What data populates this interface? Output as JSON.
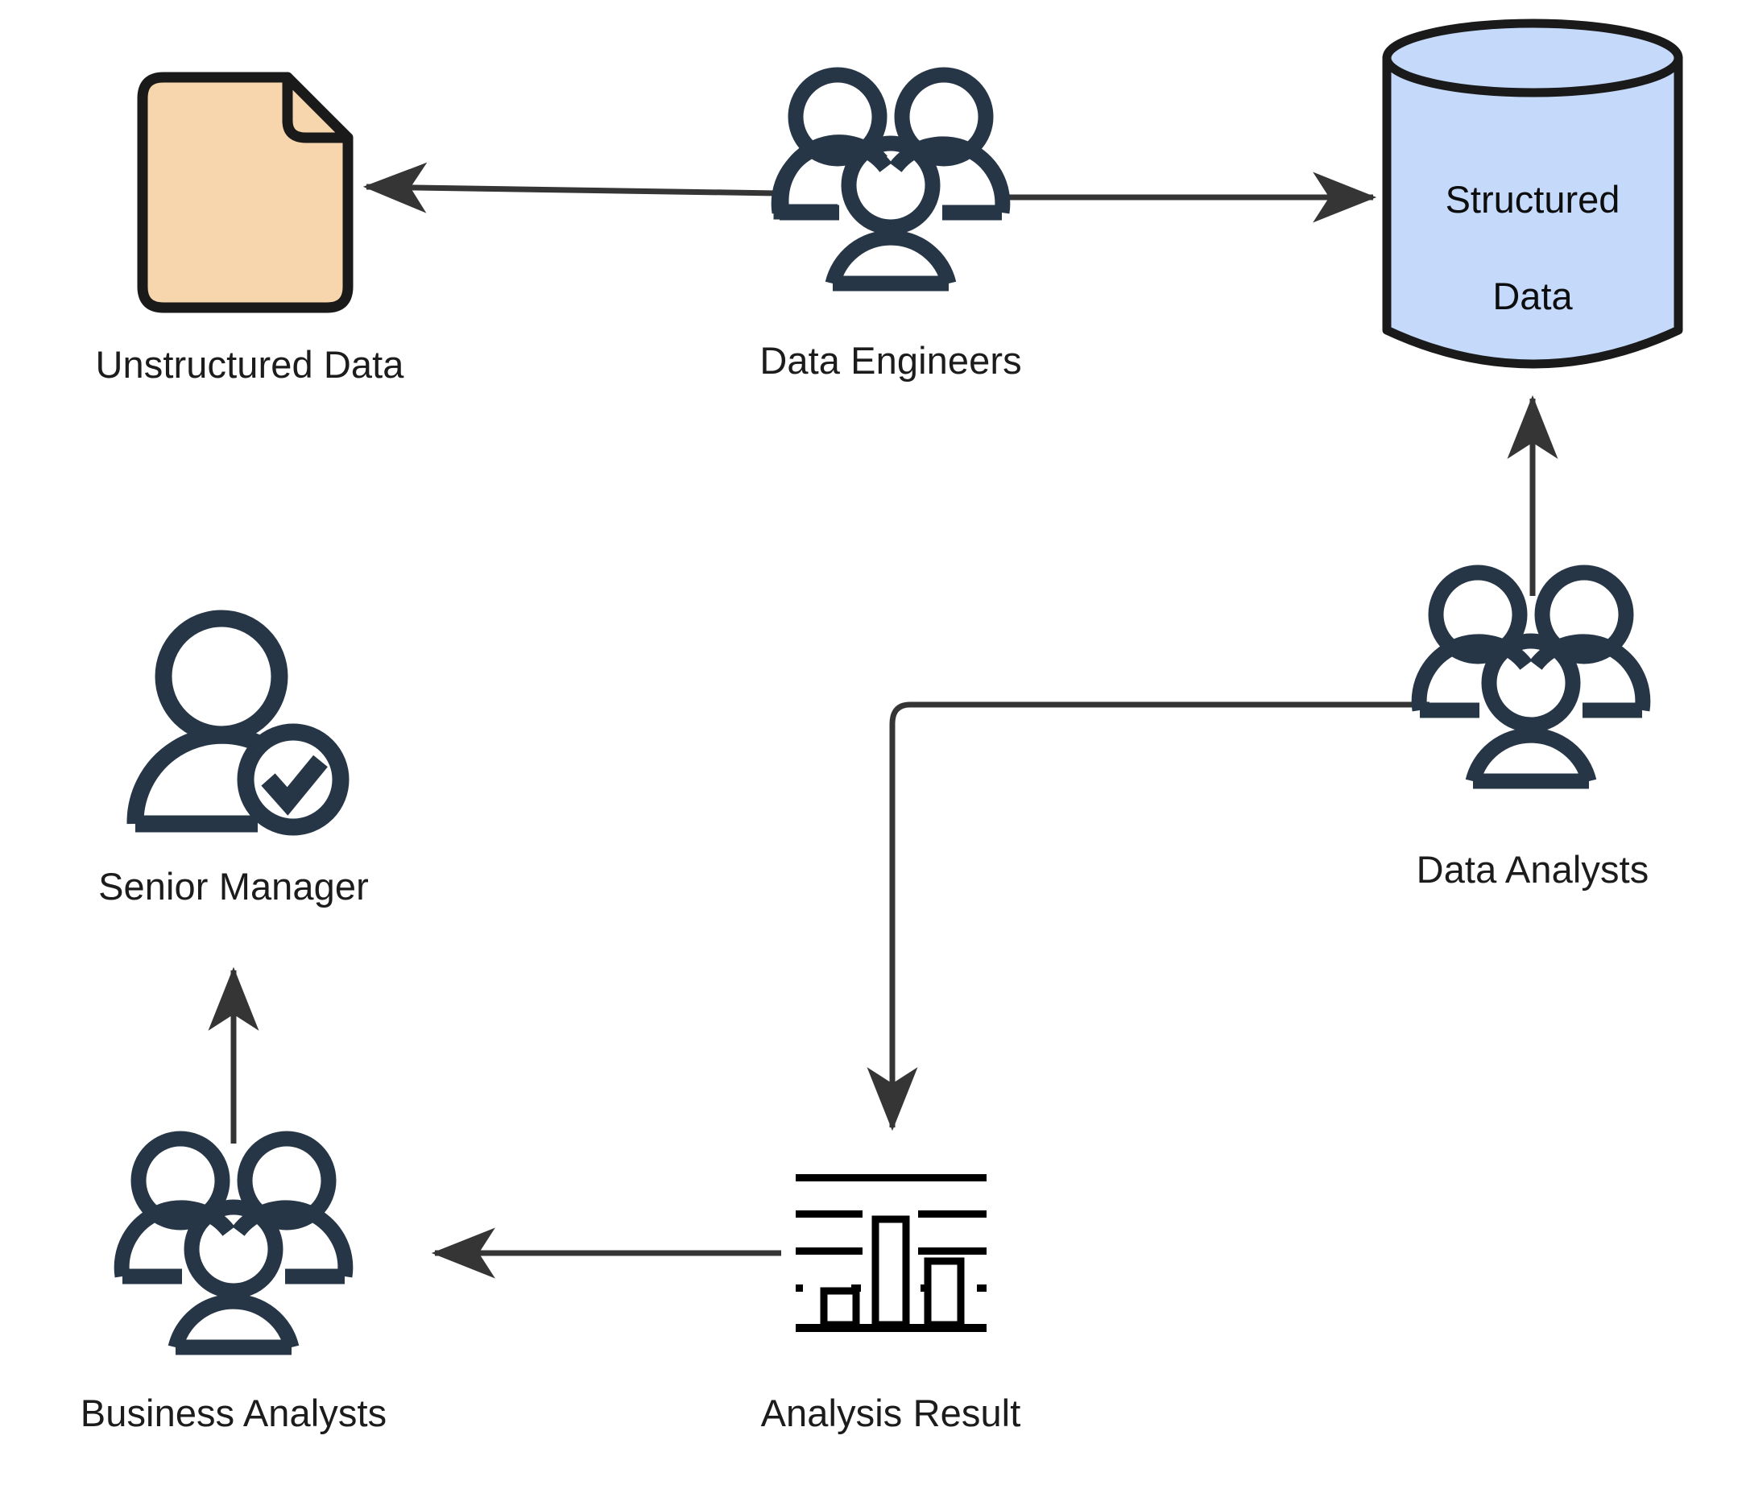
{
  "diagram": {
    "title_present": false,
    "background": "#ffffff",
    "palette": {
      "icon_navy": "#263646",
      "edge_stroke": "#353535",
      "shape_stroke": "#1a1a1a",
      "document_fill": "#F7D5AD",
      "cylinder_fill": "#C5D9FB",
      "label_text": "#1c1c1c"
    },
    "nodes": [
      {
        "id": "unstructured-data",
        "label": "Unstructured Data",
        "icon": "document-icon",
        "shape": "document-folded-corner",
        "fill": "#F7D5AD"
      },
      {
        "id": "data-engineers",
        "label": "Data Engineers",
        "icon": "people-group-icon",
        "shape": "icon-only",
        "fill": "#263646"
      },
      {
        "id": "structured-data",
        "label": "Structured\nData",
        "icon": "database-cylinder-icon",
        "shape": "cylinder",
        "fill": "#C5D9FB"
      },
      {
        "id": "data-analysts",
        "label": "Data Analysts",
        "icon": "people-group-icon",
        "shape": "icon-only",
        "fill": "#263646"
      },
      {
        "id": "analysis-result",
        "label": "Analysis Result",
        "icon": "bar-chart-icon",
        "shape": "icon-only",
        "fill": "#000000"
      },
      {
        "id": "business-analysts",
        "label": "Business Analysts",
        "icon": "people-group-icon",
        "shape": "icon-only",
        "fill": "#263646"
      },
      {
        "id": "senior-manager",
        "label": "Senior Manager",
        "icon": "person-check-icon",
        "shape": "icon-only",
        "fill": "#263646"
      }
    ],
    "edges": [
      {
        "id": "edge-engineers-to-unstructured",
        "from": "data-engineers",
        "to": "unstructured-data",
        "style": "straight",
        "arrow": "end"
      },
      {
        "id": "edge-engineers-to-structured",
        "from": "data-engineers",
        "to": "structured-data",
        "style": "straight",
        "arrow": "end"
      },
      {
        "id": "edge-analysts-to-structured",
        "from": "data-analysts",
        "to": "structured-data",
        "style": "straight",
        "arrow": "end"
      },
      {
        "id": "edge-analysts-to-result",
        "from": "data-analysts",
        "to": "analysis-result",
        "style": "elbow",
        "arrow": "end"
      },
      {
        "id": "edge-result-to-business",
        "from": "analysis-result",
        "to": "business-analysts",
        "style": "straight",
        "arrow": "end"
      },
      {
        "id": "edge-business-to-manager",
        "from": "business-analysts",
        "to": "senior-manager",
        "style": "straight",
        "arrow": "end"
      }
    ]
  },
  "labels": {
    "unstructured_data": "Unstructured Data",
    "data_engineers": "Data Engineers",
    "structured_data_line1": "Structured",
    "structured_data_line2": "Data",
    "data_analysts": "Data Analysts",
    "analysis_result": "Analysis Result",
    "business_analysts": "Business Analysts",
    "senior_manager": "Senior Manager"
  }
}
